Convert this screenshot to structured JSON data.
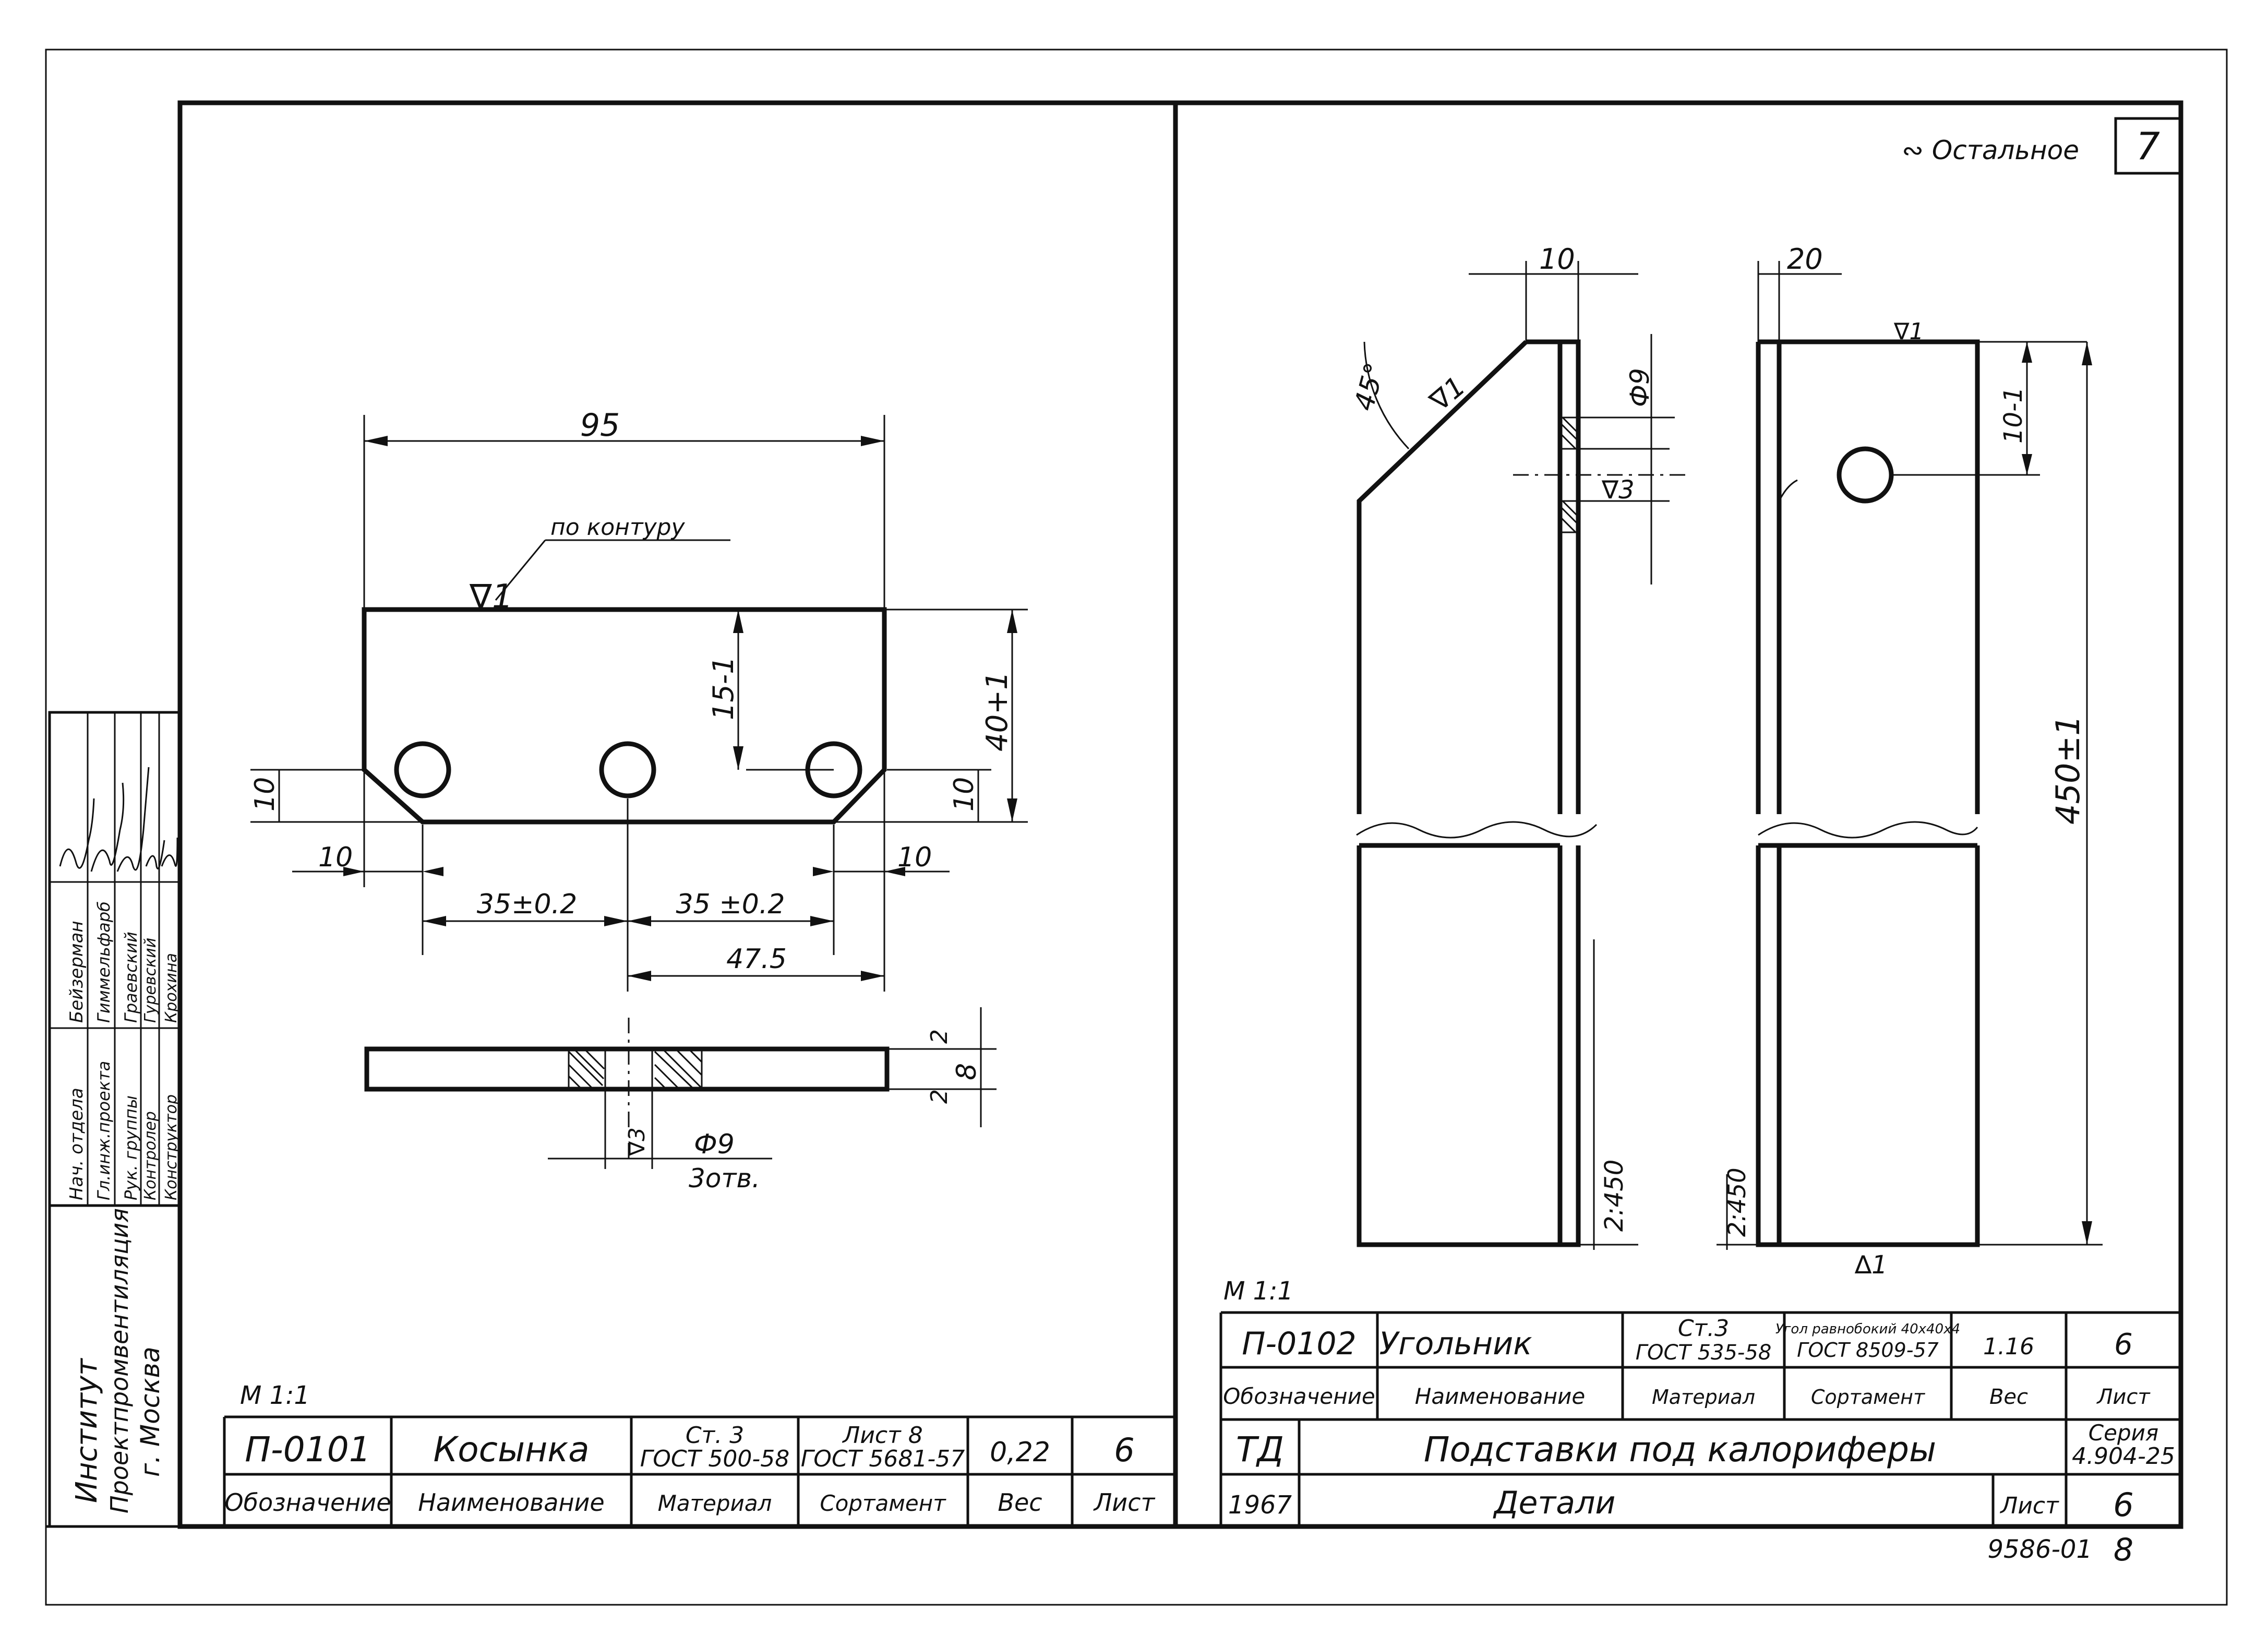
{
  "sheet_number": "7",
  "roughness_note": "∾ Остальное",
  "archive_code": "9586-01",
  "archive_sheet": "8",
  "institute": {
    "line1": "Институт",
    "line2": "Проектпромвентиляция",
    "line3": "г. Москва"
  },
  "staff": [
    {
      "role": "Нач. отдела",
      "name": "Бейзерман"
    },
    {
      "role": "Гл.инж.проекта",
      "name": "Гиммельфарб"
    },
    {
      "role": "Рук. группы",
      "name": "Граевский"
    },
    {
      "role": "Контролер",
      "name": "Гуревский"
    },
    {
      "role": "Конструктор",
      "name": "Крохина"
    }
  ],
  "part1": {
    "scale": "М 1:1",
    "designation": "П-0101",
    "name": "Косынка",
    "material_l1": "Ст. 3",
    "material_l2": "ГОСТ 500-58",
    "assortment_l1": "Лист 8",
    "assortment_l2": "ГОСТ 5681-57",
    "weight": "0,22",
    "sheet": "6",
    "header_designation": "Обозначение",
    "header_name": "Наименование",
    "header_material": "Материал",
    "header_assortment": "Сортамент",
    "header_weight": "Вес",
    "header_sheet": "Лист",
    "dims": {
      "width": "95",
      "height": "40+1",
      "hole_to_top": "15-1",
      "chamfer_v_left": "10",
      "chamfer_v_right": "10",
      "chamfer_h_left": "10",
      "chamfer_h_right": "10",
      "pitch1": "35±0.2",
      "pitch2": "35 ±0.2",
      "half": "47.5",
      "thickness": "8",
      "thk_top": "2",
      "thk_bottom": "2",
      "hole": "Ф9",
      "hole_count": "3отв.",
      "contour_note": "по контуру",
      "rough1": "∇1",
      "rough3": "∇3"
    }
  },
  "part2": {
    "scale": "М 1:1",
    "designation": "П-0102",
    "name": "Угольник",
    "material_l1": "Ст.3",
    "material_l2": "ГОСТ 535-58",
    "assortment_l1": "Угол равнобокий 40х40х4",
    "assortment_l2": "ГОСТ 8509-57",
    "weight": "1.16",
    "sheet": "6",
    "header_designation": "Обозначение",
    "header_name": "Наименование",
    "header_material": "Материал",
    "header_assortment": "Сортамент",
    "header_weight": "Вес",
    "header_sheet": "Лист",
    "dims": {
      "top_left": "10",
      "top_right": "20",
      "angle": "45°",
      "hole": "Ф9",
      "hole_pos": "10-1",
      "length": "450±1",
      "slope_left": "2:450",
      "slope_right": "2:450",
      "rough1_a": "∇1",
      "rough1_b": "∇1",
      "rough1_c": "∆1",
      "rough3": "∇3"
    }
  },
  "title_block": {
    "series_label": "Серия",
    "series": "4.904-25",
    "code": "ТД",
    "title": "Подставки под калориферы",
    "year": "1967",
    "subtitle": "Детали",
    "sheet_label": "Лист",
    "sheet": "6"
  }
}
